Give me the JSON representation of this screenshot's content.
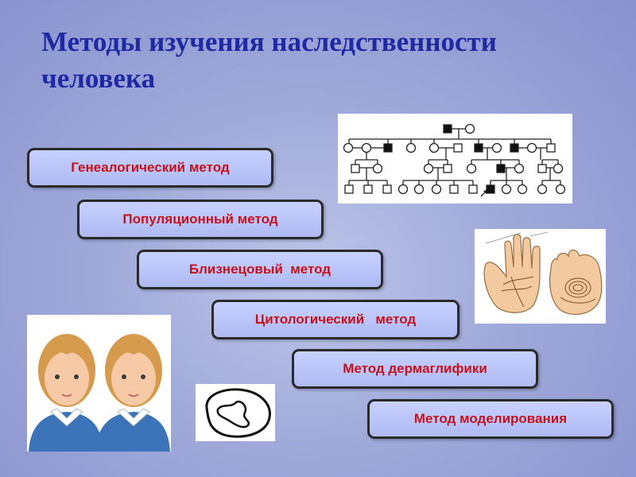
{
  "slide": {
    "title": "Методы изучения наследственности человека"
  },
  "methods": [
    {
      "label": "Генеалогический метод"
    },
    {
      "label": "Популяционный метод"
    },
    {
      "label": "Близнецовый  метод"
    },
    {
      "label": "Цитологический   метод"
    },
    {
      "label": "Метод дермаглифики"
    },
    {
      "label": "Метод моделирования"
    }
  ],
  "colors": {
    "title": "#1f2aa2",
    "method_text": "#c8101a",
    "method_fill": "#b8c3f8"
  },
  "images": {
    "pedigree": "pedigree-chart-illustration",
    "palms": "palm-prints-illustration",
    "twins": "identical-twins-illustration",
    "chromosome": "chromosome-outline-illustration"
  }
}
